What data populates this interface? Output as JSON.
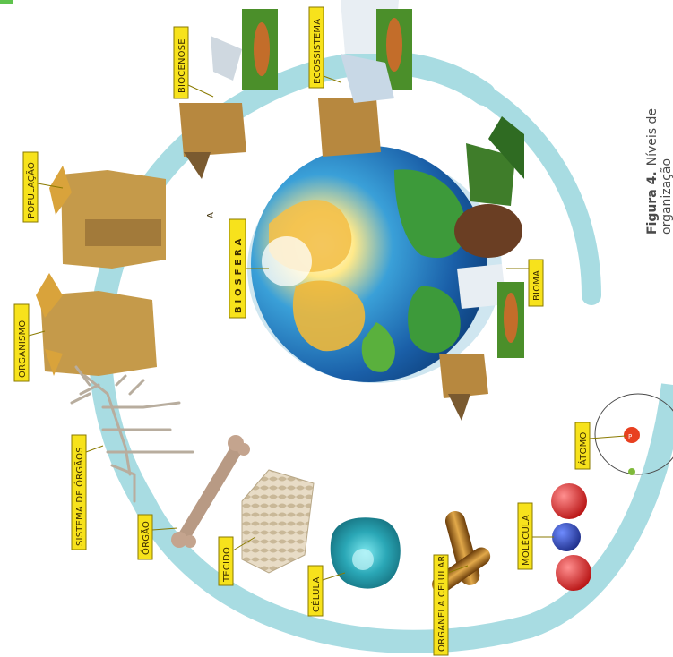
{
  "labels": {
    "biocenose": "BIOCENOSE",
    "ecossistema": "ECOSSISTEMA",
    "populacao": "POPULAÇÃO",
    "organismo": "ORGANISMO",
    "sistema": "SISTEMA DE ÓRGÃOS",
    "orgao": "ÓRGÃO",
    "tecido": "TECIDO",
    "celula": "CÉLULA",
    "organela": "ORGANELA CELULAR",
    "molecula": "MOLÉCULA",
    "atomo": "ÁTOMO",
    "bioma": "BIOMA",
    "biosfera": "B I O S F E R A"
  },
  "misc": {
    "letter_a": "A",
    "atom_p": "P"
  },
  "caption": {
    "bold": "Figura 4.",
    "rest": "Níveis de",
    "line2": "organização"
  },
  "colors": {
    "ring": "#a8dce2",
    "label_fill": "#f7e21c",
    "label_border": "#8a7a00",
    "ocean": "#1f6fb3",
    "land": "#f0b83a",
    "land_green": "#3d9a3a"
  }
}
